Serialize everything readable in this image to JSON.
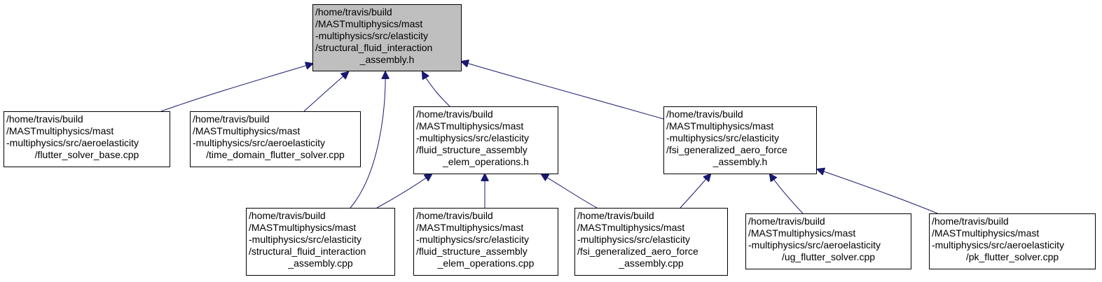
{
  "colors": {
    "edge": "#191970",
    "root_fill": "#bfbfbf",
    "node_fill": "#ffffff",
    "border": "#000000"
  },
  "nodes": [
    {
      "id": "sfi_h",
      "root": true,
      "lines": [
        "/home/travis/build",
        "/MASTmultiphysics/mast",
        "-multiphysics/src/elasticity",
        "/structural_fluid_interaction",
        "_assembly.h"
      ]
    },
    {
      "id": "flutter_base",
      "root": false,
      "lines": [
        "/home/travis/build",
        "/MASTmultiphysics/mast",
        "-multiphysics/src/aeroelasticity",
        "/flutter_solver_base.cpp"
      ]
    },
    {
      "id": "time_domain",
      "root": false,
      "lines": [
        "/home/travis/build",
        "/MASTmultiphysics/mast",
        "-multiphysics/src/aeroelasticity",
        "/time_domain_flutter_solver.cpp"
      ]
    },
    {
      "id": "fsa_h",
      "root": false,
      "lines": [
        "/home/travis/build",
        "/MASTmultiphysics/mast",
        "-multiphysics/src/elasticity",
        "/fluid_structure_assembly",
        "_elem_operations.h"
      ]
    },
    {
      "id": "fsi_h",
      "root": false,
      "lines": [
        "/home/travis/build",
        "/MASTmultiphysics/mast",
        "-multiphysics/src/elasticity",
        "/fsi_generalized_aero_force",
        "_assembly.h"
      ]
    },
    {
      "id": "sfi_cpp",
      "root": false,
      "lines": [
        "/home/travis/build",
        "/MASTmultiphysics/mast",
        "-multiphysics/src/elasticity",
        "/structural_fluid_interaction",
        "_assembly.cpp"
      ]
    },
    {
      "id": "fsa_cpp",
      "root": false,
      "lines": [
        "/home/travis/build",
        "/MASTmultiphysics/mast",
        "-multiphysics/src/elasticity",
        "/fluid_structure_assembly",
        "_elem_operations.cpp"
      ]
    },
    {
      "id": "fsi_cpp",
      "root": false,
      "lines": [
        "/home/travis/build",
        "/MASTmultiphysics/mast",
        "-multiphysics/src/elasticity",
        "/fsi_generalized_aero_force",
        "_assembly.cpp"
      ]
    },
    {
      "id": "ug",
      "root": false,
      "lines": [
        "/home/travis/build",
        "/MASTmultiphysics/mast",
        "-multiphysics/src/aeroelasticity",
        "/ug_flutter_solver.cpp"
      ]
    },
    {
      "id": "pk",
      "root": false,
      "lines": [
        "/home/travis/build",
        "/MASTmultiphysics/mast",
        "-multiphysics/src/aeroelasticity",
        "/pk_flutter_solver.cpp"
      ]
    }
  ],
  "edges": [
    {
      "from": "flutter_base",
      "to": "sfi_h"
    },
    {
      "from": "time_domain",
      "to": "sfi_h"
    },
    {
      "from": "sfi_cpp",
      "to": "sfi_h"
    },
    {
      "from": "fsa_h",
      "to": "sfi_h"
    },
    {
      "from": "fsi_h",
      "to": "sfi_h"
    },
    {
      "from": "sfi_cpp",
      "to": "fsa_h"
    },
    {
      "from": "fsa_cpp",
      "to": "fsa_h"
    },
    {
      "from": "fsi_cpp",
      "to": "fsa_h"
    },
    {
      "from": "fsi_cpp",
      "to": "fsi_h"
    },
    {
      "from": "ug",
      "to": "fsi_h"
    },
    {
      "from": "pk",
      "to": "fsi_h"
    }
  ]
}
